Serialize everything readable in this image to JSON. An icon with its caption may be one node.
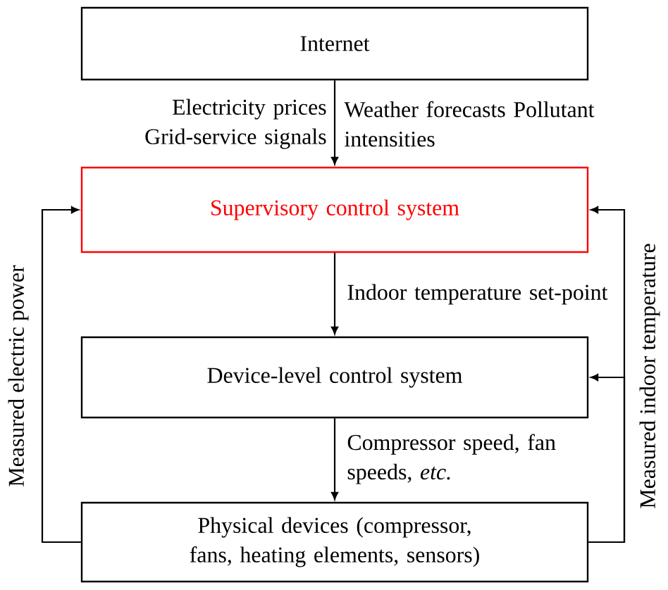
{
  "diagram": {
    "nodes": [
      {
        "text": [
          "Internet"
        ]
      },
      {
        "text": [
          "Supervisory control system"
        ]
      },
      {
        "text": [
          "Device-level control system"
        ]
      },
      {
        "text": [
          "Physical devices (compressor, fans, heating elements, sensors)"
        ]
      }
    ],
    "edges": [
      {
        "from": 0,
        "to": 1,
        "arrow": "to"
      },
      {
        "from": 1,
        "to": 2,
        "arrow": "to",
        "label": "Indoor temperature set-point"
      },
      {
        "from": 2,
        "to": 3,
        "arrow": "to",
        "label": "Compressor speed, fan speeds, *etc.*"
      },
      {
        "from": 3,
        "to": 1,
        "arrow": "to",
        "label": "Measured electric power"
      },
      {
        "from": 3,
        "to": 1,
        "arrow": "to",
        "label": "Measured indoor temperature"
      },
      {
        "from": 3,
        "to": 2,
        "arrow": "to"
      }
    ],
    "labels": [
      "Electricity prices Grid-service signals",
      "Weather forecasts Pollutant intensities"
    ]
  }
}
